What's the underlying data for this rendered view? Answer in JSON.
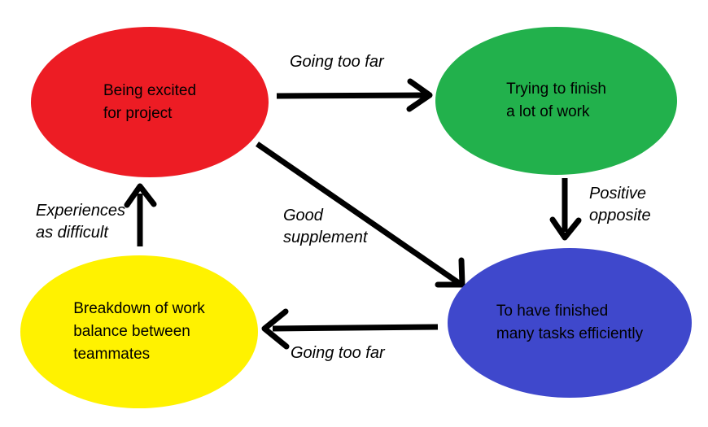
{
  "diagram": {
    "background_color": "#ffffff",
    "arrow_color": "#000000",
    "text_color": "#000000",
    "nodes": [
      {
        "label": "Being excited\nfor project",
        "color": "#ed1c24"
      },
      {
        "label": "Trying to finish\na lot of work",
        "color": "#22b14c"
      },
      {
        "label": "To have finished\nmany tasks efficiently",
        "color": "#3f48cc"
      },
      {
        "label": "Breakdown of work\nbalance between\nteammates",
        "color": "#fff200"
      }
    ],
    "edges": [
      {
        "label": "Going too far",
        "from": "Being excited for project",
        "to": "Trying to finish a lot of work"
      },
      {
        "label": "Positive\nopposite",
        "from": "Trying to finish a lot of work",
        "to": "To have finished many tasks efficiently"
      },
      {
        "label": "Going too far",
        "from": "To have finished many tasks efficiently",
        "to": "Breakdown of work balance between teammates"
      },
      {
        "label": "Experiences\nas difficult",
        "from": "Breakdown of work balance between teammates",
        "to": "Being excited for project"
      },
      {
        "label": "Good\nsupplement",
        "from": "Being excited for project",
        "to": "To have finished many tasks efficiently"
      }
    ]
  }
}
